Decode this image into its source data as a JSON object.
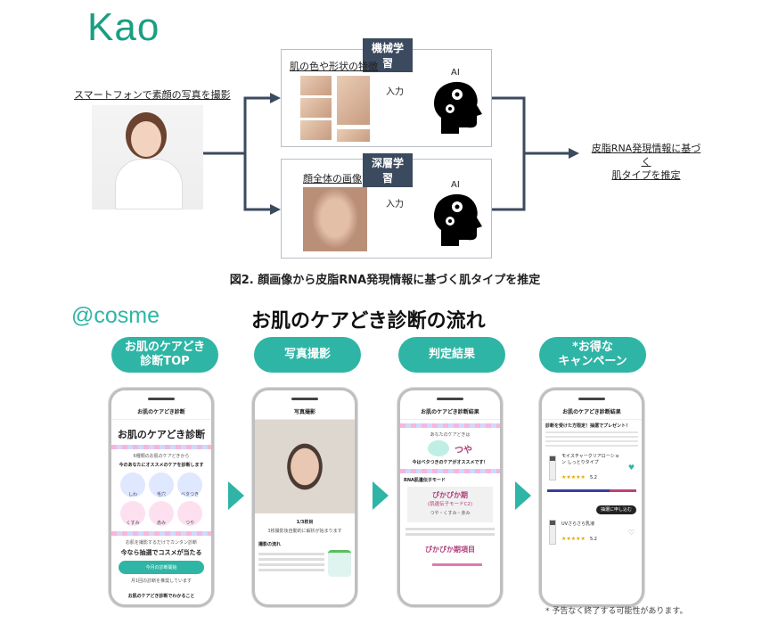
{
  "kao": {
    "logo": "Kao"
  },
  "diagram": {
    "source_label": "スマートフォンで素顔の写真を撮影",
    "ml": {
      "tag": "機械学習",
      "feature_label": "肌の色や形状の特徴",
      "input": "入力",
      "ai": "AI"
    },
    "dl": {
      "tag": "深層学習",
      "feature_label": "顔全体の画像",
      "input": "入力",
      "ai": "AI"
    },
    "result_line1": "皮脂RNA発現情報に基づく",
    "result_line2": "肌タイプを推定",
    "caption": "図2. 顔画像から皮脂RNA発現情報に基づく肌タイプを推定",
    "colors": {
      "line": "#3b4a5e",
      "brand": "#1a9e83"
    }
  },
  "cosme": {
    "logo": "@cosme",
    "title": "お肌のケアどき診断の流れ",
    "accent": "#2fb5a5",
    "steps": [
      {
        "label": "お肌のケアどき\n診断TOP"
      },
      {
        "label": "写真撮影"
      },
      {
        "label": "判定結果"
      },
      {
        "label": "*お得な\nキャンペーン"
      }
    ],
    "phone1": {
      "header": "お肌のケアどき診断",
      "title": "お肌のケアどき診断",
      "sub1": "6種類のお肌のケアどきから",
      "sub2": "今のあなたにオススメのケアを診断します",
      "frogs": [
        "しわ",
        "毛穴",
        "ベタつき",
        "くすみ",
        "赤み",
        "つや"
      ],
      "promo1": "お肌を撮影するだけでカンタン診断",
      "promo2": "今なら抽選でコスメが当たる",
      "button": "今月の診断開始",
      "note": "月1回の診断を推奨しています",
      "section": "お肌のケアどき診断でわかること"
    },
    "phone2": {
      "header": "写真撮影",
      "count": "1/3枚目",
      "count_note": "3枚撮影後自動的に解析が始まります",
      "flow_title": "撮影の流れ"
    },
    "phone3": {
      "header": "お肌のケアどき診断結果",
      "care_label": "あなたのケアどきは",
      "care": "つや",
      "care_note": "今はベタつきのケアがオススメです！",
      "mode_label": "RNA肌遺伝子モード",
      "mode": "ぴかぴか期",
      "mode_sub": "(肌遺伝子モードC2)",
      "mode_care": "つや・くすみ・赤み",
      "items_title": "ぴかぴか期項目"
    },
    "phone4": {
      "header": "お肌のケアどき診断結果",
      "promo": "診断を受けた方限定！抽選でプレゼント！",
      "products": [
        {
          "name": "モイスチャークリアローション しっとりタイプ",
          "rating": "5.2"
        },
        {
          "name": "UVさらさら乳液",
          "rating": "5.2"
        }
      ],
      "apply": "抽選に申し込む"
    },
    "footnote": "* 予告なく終了する可能性があります。"
  }
}
